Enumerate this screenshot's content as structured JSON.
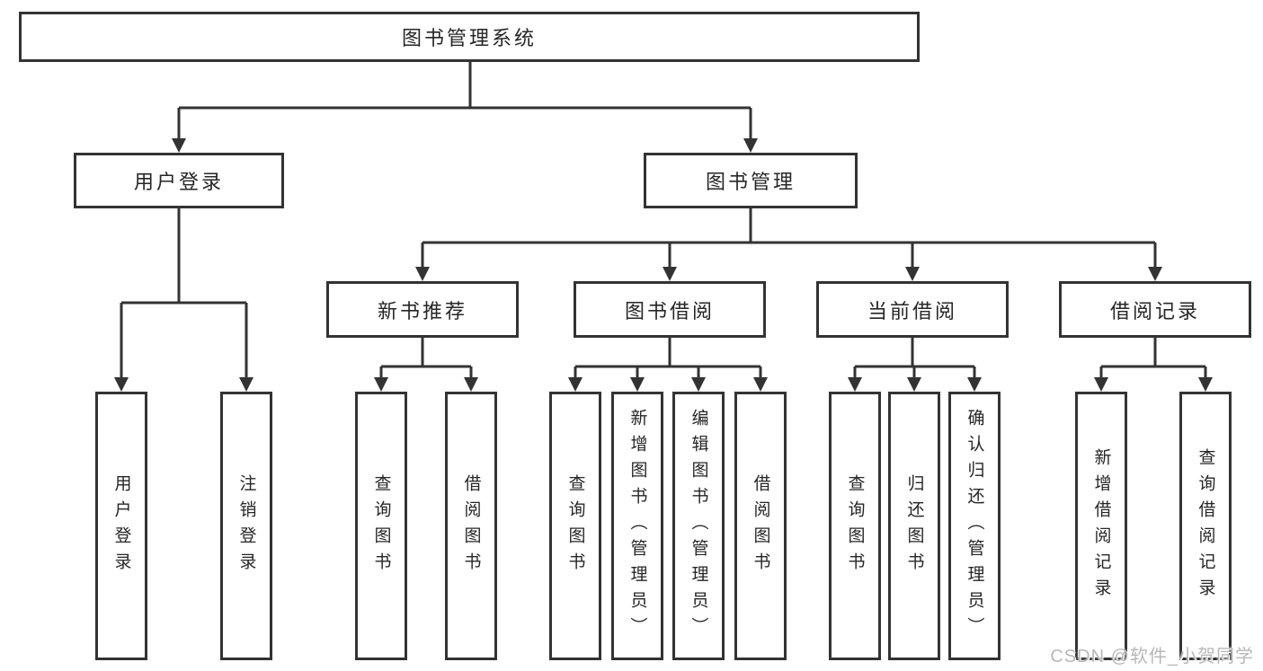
{
  "tree": {
    "root": "图书管理系统",
    "children": [
      {
        "label": "用户登录",
        "children": [
          "用户登录",
          "注销登录"
        ]
      },
      {
        "label": "图书管理",
        "children": [
          {
            "label": "新书推荐",
            "children": [
              "查询图书",
              "借阅图书"
            ]
          },
          {
            "label": "图书借阅",
            "children": [
              "查询图书",
              "新增图书（管理员）",
              "编辑图书（管理员）",
              "借阅图书"
            ]
          },
          {
            "label": "当前借阅",
            "children": [
              "查询图书",
              "归还图书",
              "确认归还（管理员）"
            ]
          },
          {
            "label": "借阅记录",
            "children": [
              "新增借阅记录",
              "查询借阅记录"
            ]
          }
        ]
      }
    ]
  },
  "watermark": "CSDN @软件_小贺同学",
  "colors": {
    "line": "#333333",
    "box_border": "#333333",
    "background": "#ffffff",
    "text": "#262626",
    "watermark": "#b8b8b8"
  }
}
